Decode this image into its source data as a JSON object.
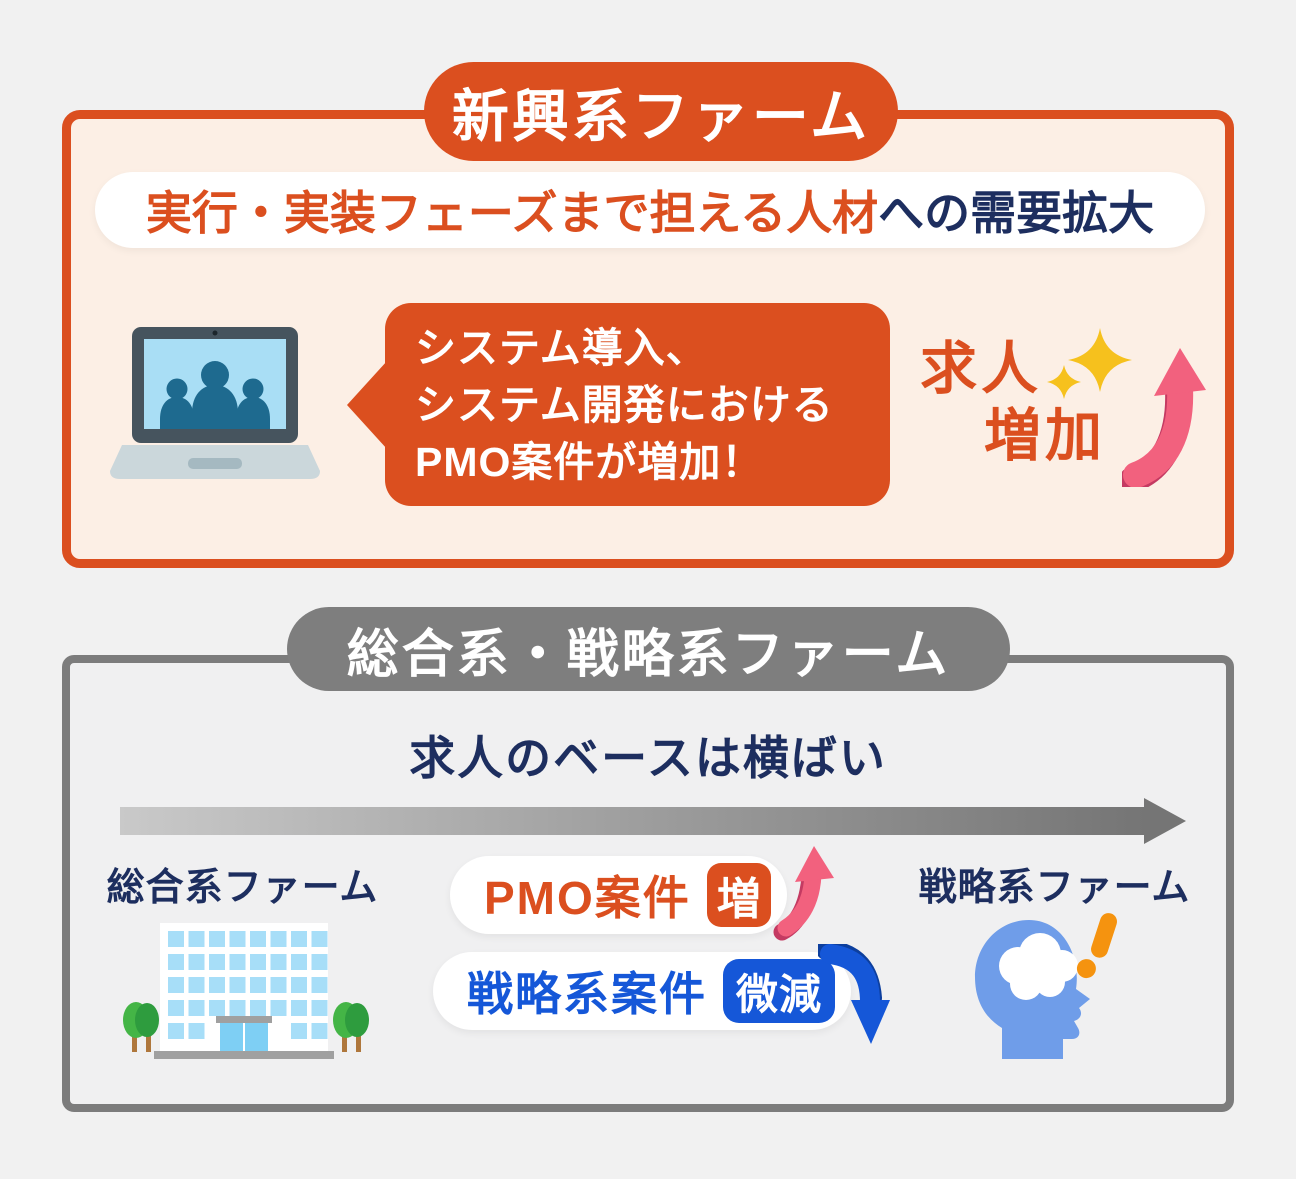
{
  "emerging": {
    "title": "新興系ファーム",
    "demand": {
      "highlight": "実行・実装フェーズまで担える人材",
      "rest": "への需要拡大"
    },
    "bubble": {
      "line1": "システム導入、",
      "line2": "システム開発における",
      "line3": "PMO案件が増加！"
    },
    "jobs": {
      "line1": "求人",
      "line2": "増加"
    }
  },
  "established": {
    "title": "総合系・戦略系ファーム",
    "baseline": "求人のベースは横ばい",
    "left_label": "総合系ファーム",
    "right_label": "戦略系ファーム",
    "pmo": {
      "label": "PMO案件",
      "badge": "増"
    },
    "strategy": {
      "label": "戦略系案件",
      "badge": "微減"
    }
  },
  "icons": {
    "laptop": "laptop-video-meeting-icon",
    "sparkle": "✦",
    "jobs_arrow": "pink-curved-up-arrow",
    "flat_arrow": "gray-right-gradient-arrow",
    "pmo_arrow": "pink-curved-up-arrow",
    "strategy_arrow": "blue-curved-down-arrow",
    "building": "office-building-icon",
    "head": "head-with-brain-icon",
    "exclamation": "orange-exclamation-mark"
  },
  "colors": {
    "page_bg": "#f1f1f1",
    "orange": "#db4f1f",
    "cream": "#fcefe5",
    "navy": "#1d2e5f",
    "gray_border": "#7c7c7c",
    "gray_pill": "#7e7e7e",
    "pink": "#f2617e",
    "pink_dark": "#c43a62",
    "blue": "#1557d8",
    "blue_dark": "#0d3f9e",
    "head_blue": "#6f9de9",
    "gold": "#f6c11d",
    "window_blue": "#a7def8",
    "tree_green": "#44b546"
  }
}
